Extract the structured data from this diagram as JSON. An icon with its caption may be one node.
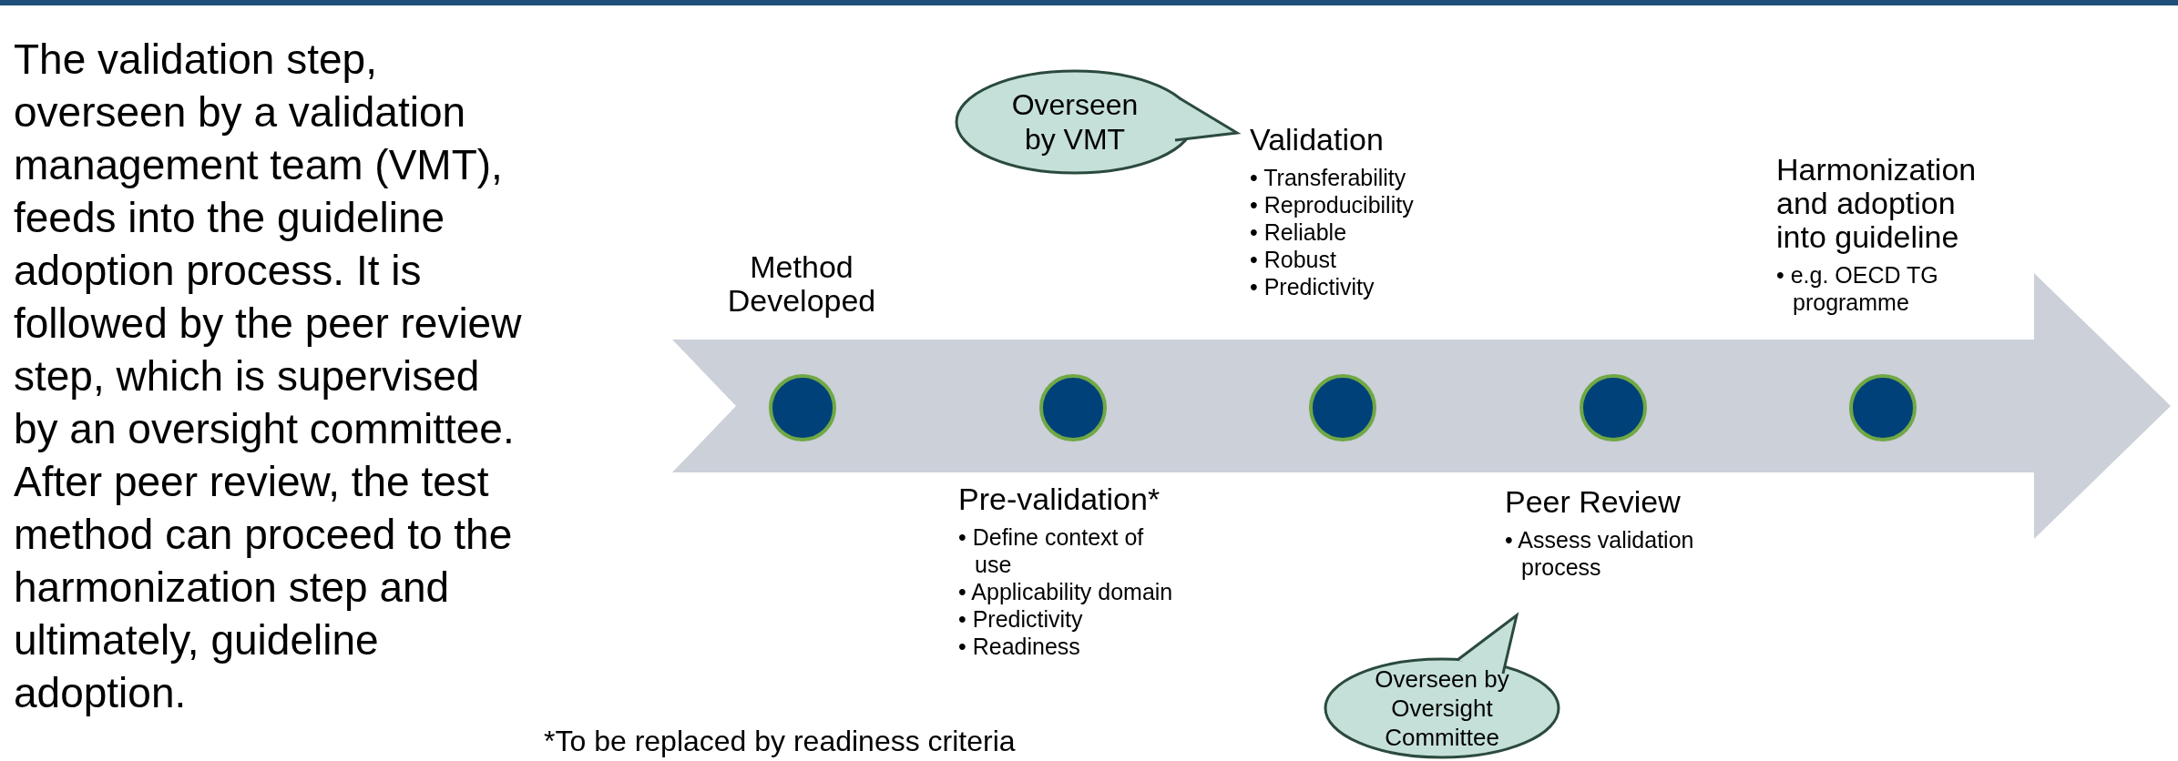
{
  "diagram": {
    "nodes": [
      {
        "text": [],
        "shape": "arrow"
      },
      {
        "text": [],
        "shape": "circle",
        "in": 0
      },
      {
        "text": [],
        "shape": "circle",
        "in": 0
      },
      {
        "text": [],
        "shape": "circle",
        "in": 0
      },
      {
        "text": [],
        "shape": "circle",
        "in": 0
      },
      {
        "text": [],
        "shape": "circle",
        "in": 0
      },
      {
        "text": [
          "Method Developed"
        ]
      },
      {
        "text": [
          "Validation",
          "• Transferability",
          "• Reproducibility",
          "• Reliable",
          "• Robust",
          "• Predictivity"
        ]
      },
      {
        "text": [
          "Harmonization and adoption into guideline",
          "• e.g. OECD TG programme"
        ]
      },
      {
        "text": [
          "Pre-validation*",
          "• Define context of use",
          "• Applicability domain",
          "• Predictivity",
          "• Readiness"
        ]
      },
      {
        "text": [
          "Peer Review",
          "• Assess validation process"
        ]
      },
      {
        "text": [
          "Overseen by VMT"
        ]
      },
      {
        "text": [
          "Overseen by Oversight Committee"
        ]
      }
    ],
    "edges": [],
    "labels": [
      "The validation step, overseen by a validation management team (VMT), feeds into the guideline adoption process. It is followed by the peer review step, which is supervised by an oversight committee. After peer review, the test method can proceed to the harmonization step and ultimately, guideline adoption.",
      "*To be replaced by readiness criteria"
    ]
  }
}
